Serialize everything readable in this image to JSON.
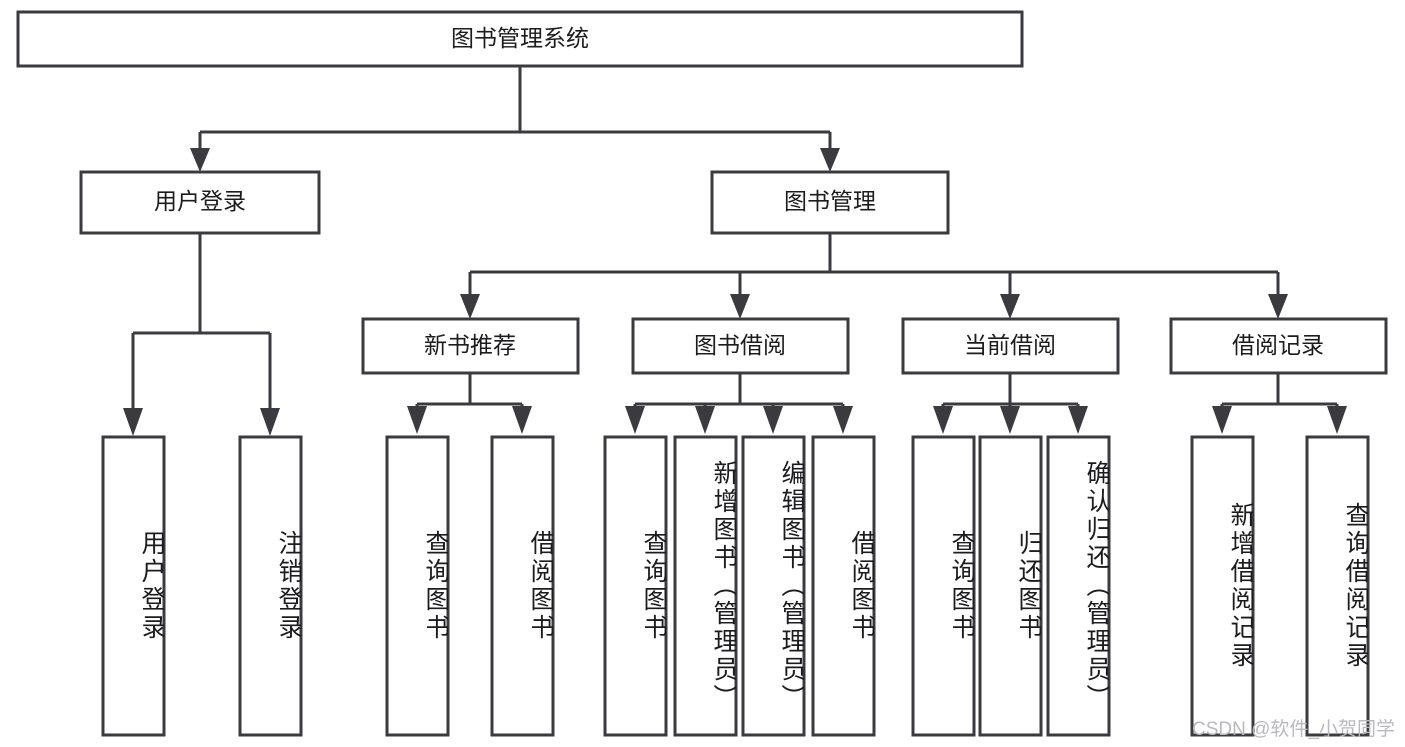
{
  "diagram": {
    "type": "tree",
    "title": "图书管理系统",
    "background_color": "#ffffff",
    "line_color": "#3b3b3f",
    "box_fill": "#ffffff",
    "text_color": "#1c1c1e",
    "root": {
      "label": "图书管理系统"
    },
    "level2": [
      {
        "label": "用户登录"
      },
      {
        "label": "图书管理"
      }
    ],
    "level3": [
      {
        "label": "新书推荐"
      },
      {
        "label": "图书借阅"
      },
      {
        "label": "当前借阅"
      },
      {
        "label": "借阅记录"
      }
    ],
    "leaves": {
      "user_login": [
        {
          "label": "用户登录"
        },
        {
          "label": "注销登录"
        }
      ],
      "new_book_recommend": [
        {
          "label": "查询图书"
        },
        {
          "label": "借阅图书"
        }
      ],
      "book_borrow": [
        {
          "label": "查询图书"
        },
        {
          "label": "新增图书（管理员）"
        },
        {
          "label": "编辑图书（管理员）"
        },
        {
          "label": "借阅图书"
        }
      ],
      "current_borrow": [
        {
          "label": "查询图书"
        },
        {
          "label": "归还图书"
        },
        {
          "label": "确认归还（管理员）"
        }
      ],
      "borrow_record": [
        {
          "label": "新增借阅记录"
        },
        {
          "label": "查询借阅记录"
        }
      ]
    }
  },
  "watermark": {
    "text": "CSDN @软件_小贺同学",
    "color": "#b9b9bd"
  }
}
